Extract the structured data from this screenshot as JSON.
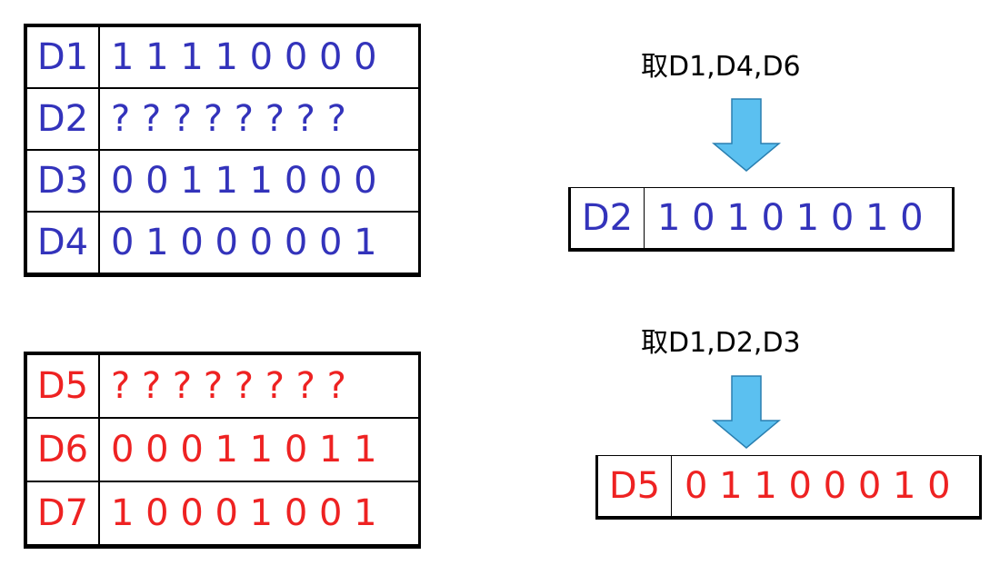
{
  "top_table": {
    "rows": [
      {
        "label": "D1",
        "bits": "1 1 1 1 0 0 0 0"
      },
      {
        "label": "D2",
        "bits": "? ? ? ? ? ? ? ?"
      },
      {
        "label": "D3",
        "bits": "0 0 1 1 1 0 0 0"
      },
      {
        "label": "D4",
        "bits": "0 1 0 0 0 0 0 1"
      }
    ],
    "color": "#3333bb"
  },
  "bottom_table": {
    "rows": [
      {
        "label": "D5",
        "bits": "? ? ? ? ? ? ? ?"
      },
      {
        "label": "D6",
        "bits": "0 0 0 1 1 0 1 1"
      },
      {
        "label": "D7",
        "bits": "1 0 0 0 1 0 0 1"
      }
    ],
    "color": "#ee2222"
  },
  "step1": {
    "caption": "取D1,D4,D6",
    "result": {
      "label": "D2",
      "bits": "1 0 1 0 1 0 1 0"
    }
  },
  "step2": {
    "caption": "取D1,D2,D3",
    "result": {
      "label": "D5",
      "bits": "0 1 1 0 0 0 1 0"
    }
  },
  "arrow_color": "#5bc0f0"
}
